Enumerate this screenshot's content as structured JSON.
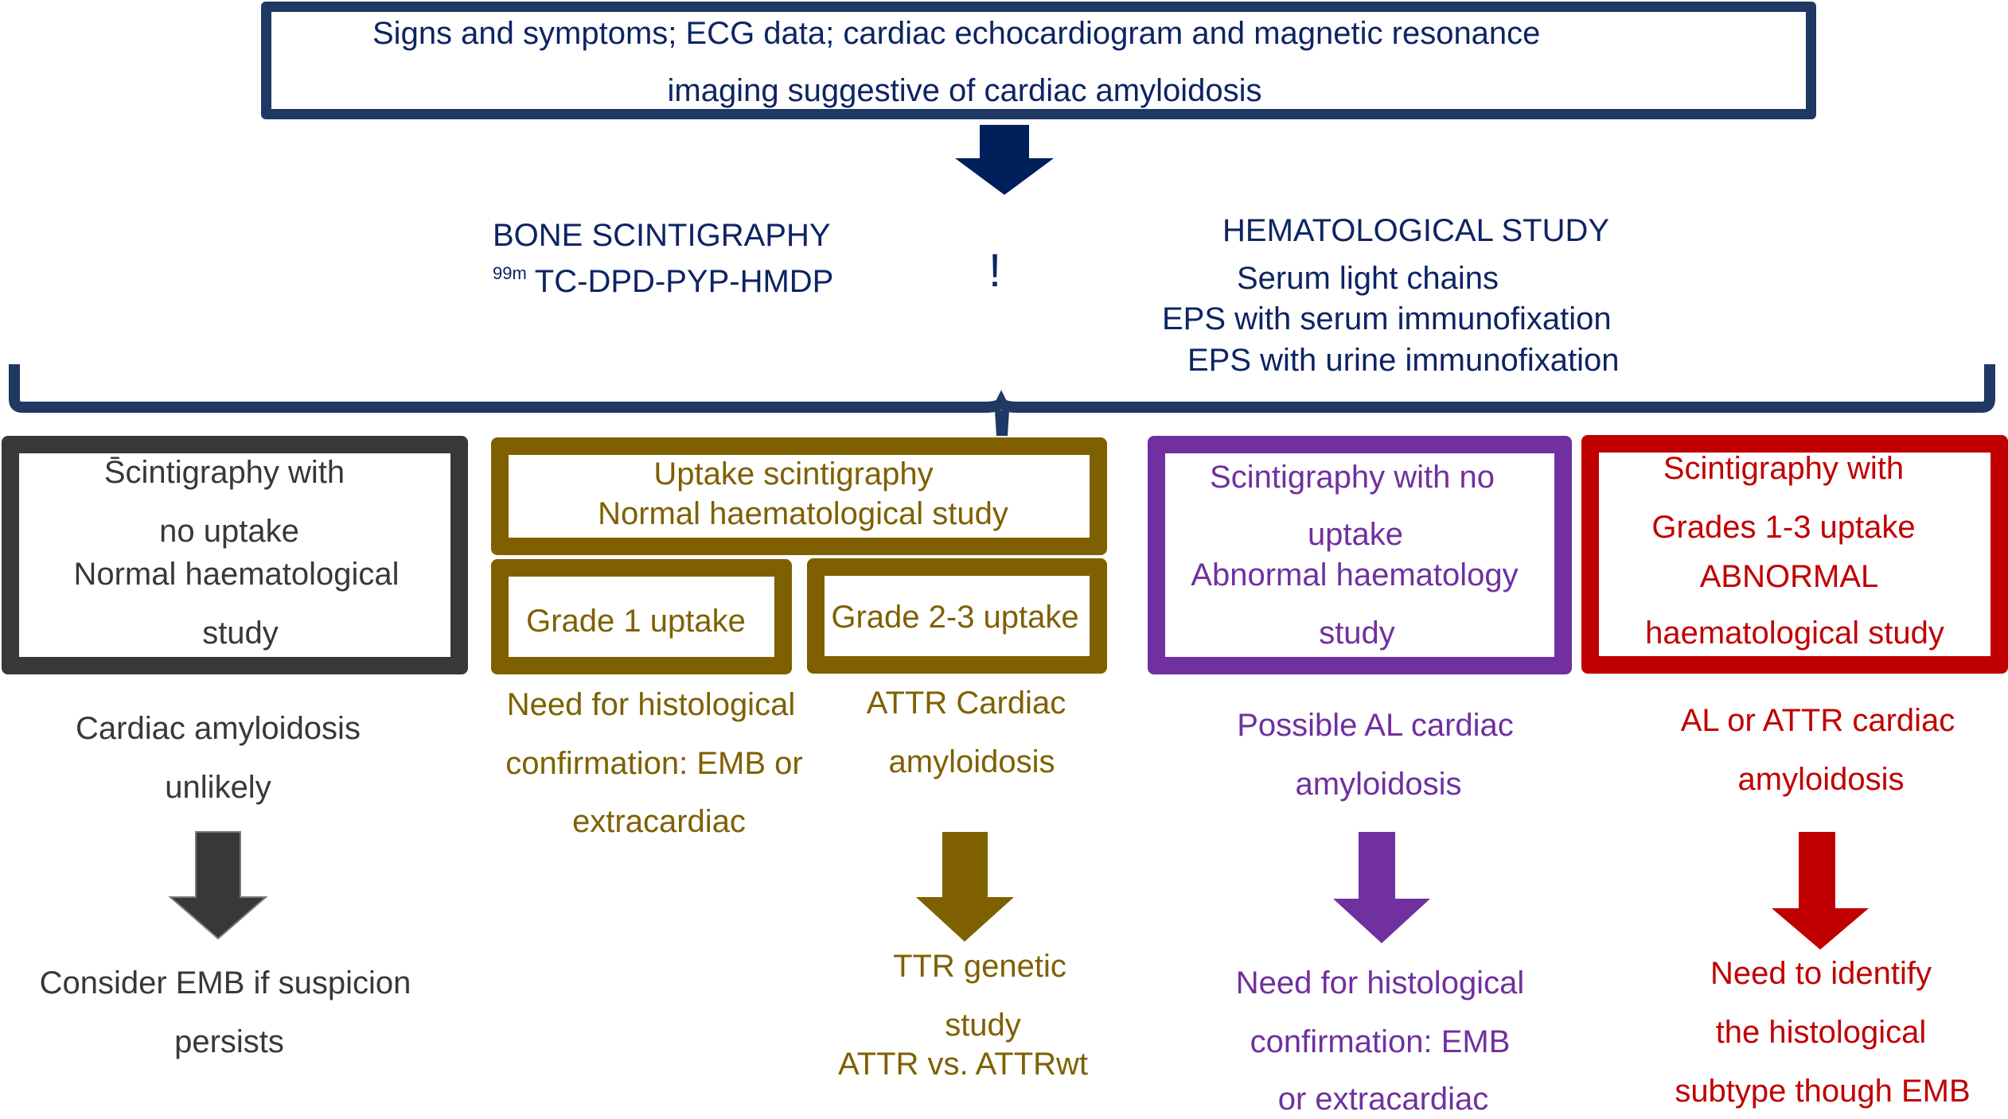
{
  "colors": {
    "navy": "#1f3864",
    "navy_text": "#0d2464",
    "gray": "#3a3738",
    "olive": "#7f6000",
    "purple": "#7030a0",
    "red": "#c00000"
  },
  "top": {
    "line1": "Signs and symptoms; ECG data; cardiac echocardiogram and magnetic resonance",
    "line2": "imaging suggestive of cardiac amyloidosis"
  },
  "bone": {
    "title": "BONE SCINTIGRAPHY",
    "isotope_sup": "99m",
    "tracers": "TC-DPD-PYP-HMDP"
  },
  "separator": "!",
  "hemato": {
    "title": "HEMATOLOGICAL STUDY",
    "items": [
      "Serum light chains",
      "EPS with serum immunofixation",
      "EPS with urine immunofixation"
    ]
  },
  "branches": {
    "gray": {
      "box_lines": [
        "S̄cintigraphy with",
        "no uptake",
        "Normal haematological",
        "study"
      ],
      "result_lines": [
        "Cardiac amyloidosis",
        "unlikely"
      ],
      "next_lines": [
        "Consider EMB if suspicion",
        "persists"
      ]
    },
    "olive": {
      "box_lines": [
        "Uptake scintigraphy",
        "Normal haematological study"
      ],
      "grade1": "Grade 1 uptake",
      "grade23": "Grade 2-3 uptake",
      "grade1_result": [
        "Need for histological",
        "confirmation: EMB or",
        "extracardiac"
      ],
      "grade23_result": [
        "ATTR Cardiac",
        "amyloidosis"
      ],
      "next_lines": [
        "TTR genetic",
        "study",
        "ATTR vs. ATTRwt"
      ]
    },
    "purple": {
      "box_lines": [
        "Scintigraphy with no",
        "uptake",
        "Abnormal haematology",
        "study"
      ],
      "result_lines": [
        "Possible AL cardiac",
        "amyloidosis"
      ],
      "next_lines": [
        "Need for histological",
        "confirmation: EMB",
        "or extracardiac"
      ]
    },
    "red": {
      "box_lines": [
        "Scintigraphy with",
        "Grades 1-3 uptake",
        "ABNORMAL",
        "haematological study"
      ],
      "result_lines": [
        "AL or ATTR cardiac",
        "amyloidosis"
      ],
      "next_lines": [
        "Need to identify",
        "the histological",
        "subtype though EMB"
      ]
    }
  }
}
